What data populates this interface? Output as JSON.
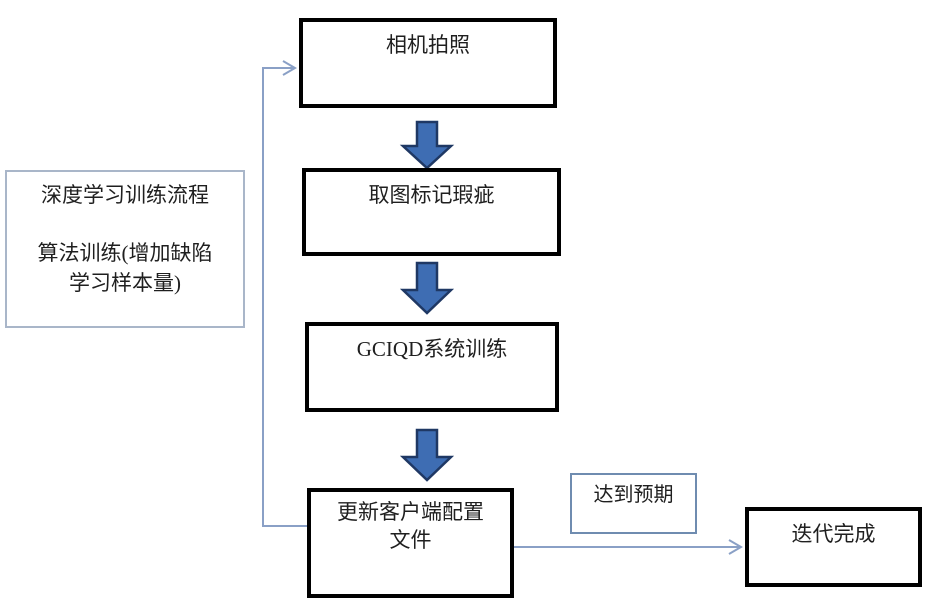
{
  "colors": {
    "background": "#ffffff",
    "text": "#1f1f1f",
    "box_border": "#000000",
    "note_border": "#a9b6c9",
    "condition_border": "#6f8cb0",
    "connector": "#8aa0c6",
    "block_arrow_fill": "#3e6db3",
    "block_arrow_stroke": "#1f3864"
  },
  "side_note": {
    "lines": [
      "深度学习训练流程",
      "算法训练(增加缺陷",
      "学习样本量)"
    ]
  },
  "flow": {
    "step1": "相机拍照",
    "step2": "取图标记瑕疵",
    "step3": "GCIQD系统训练",
    "step4_line1": "更新客户端配置",
    "step4_line2": "文件",
    "condition_label": "达到预期",
    "end": "迭代完成"
  }
}
